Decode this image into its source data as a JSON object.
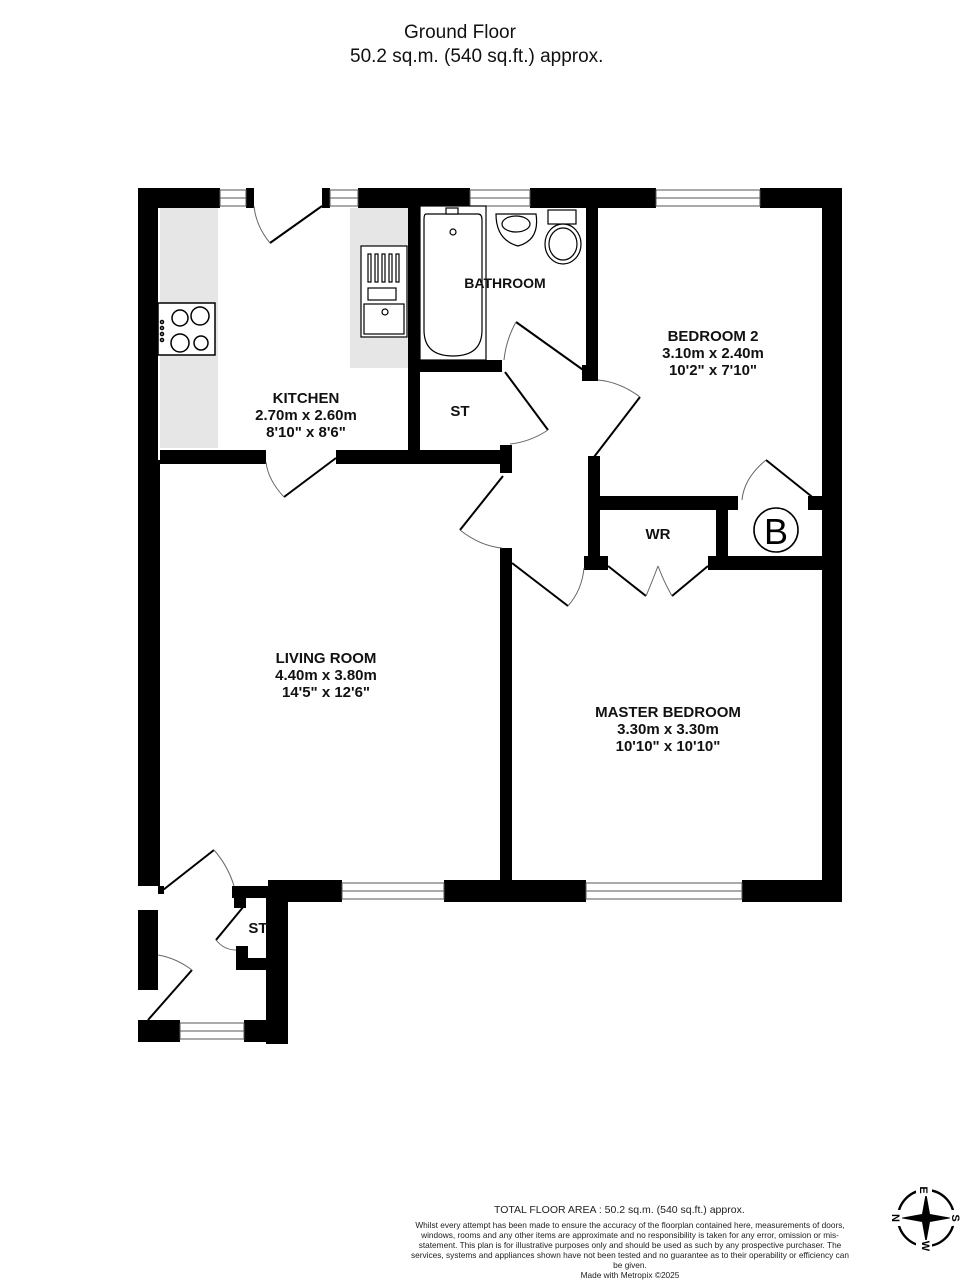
{
  "header": {
    "floor_name": "Ground Floor",
    "floor_area": "50.2 sq.m. (540 sq.ft.) approx."
  },
  "rooms": {
    "kitchen": {
      "name": "KITCHEN",
      "metric": "2.70m  x 2.60m",
      "imperial": "8'10\"  x 8'6\""
    },
    "bathroom": {
      "name": "BATHROOM"
    },
    "bedroom2": {
      "name": "BEDROOM 2",
      "metric": "3.10m  x 2.40m",
      "imperial": "10'2\"  x 7'10\""
    },
    "store_hall": {
      "name": "ST"
    },
    "wardrobe": {
      "name": "WR"
    },
    "boiler": {
      "symbol": "B"
    },
    "living_room": {
      "name": "LIVING ROOM",
      "metric": "4.40m  x 3.80m",
      "imperial": "14'5\"  x 12'6\""
    },
    "master_bedroom": {
      "name": "MASTER BEDROOM",
      "metric": "3.30m  x 3.30m",
      "imperial": "10'10\"  x 10'10\""
    },
    "store_entry": {
      "name": "ST"
    }
  },
  "footer": {
    "total_area": "TOTAL FLOOR AREA : 50.2 sq.m. (540 sq.ft.) approx.",
    "disclaimer": "Whilst every attempt has been made to ensure the accuracy of the floorplan contained here, measurements of doors, windows, rooms and any other items are approximate and no responsibility is taken for any error, omission or mis-statement. This plan is for illustrative purposes only and should be used as such by any prospective purchaser. The services, systems and appliances shown have not been tested and no guarantee as to their operability or efficiency can be given.",
    "credit": "Made with Metropix ©2025"
  },
  "compass": {
    "n": "N",
    "e": "E",
    "s": "S",
    "w": "W"
  },
  "colors": {
    "wall": "#000000",
    "worktop": "#e6e6e6",
    "background": "#ffffff"
  }
}
